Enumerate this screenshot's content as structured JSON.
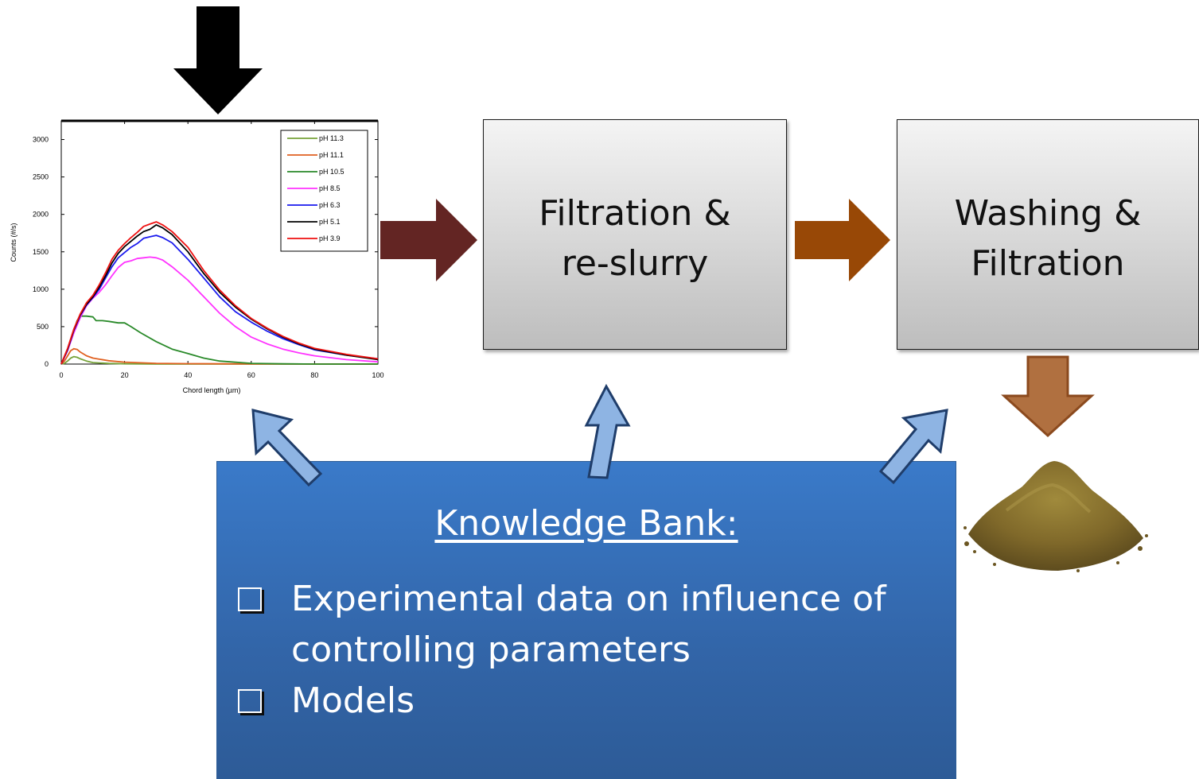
{
  "process_boxes": [
    {
      "line1": "Filtration &",
      "line2": "re-slurry"
    },
    {
      "line1": "Washing &",
      "line2": "Filtration"
    }
  ],
  "knowledge_bank": {
    "title": "Knowledge Bank:",
    "items": [
      {
        "line1": "Experimental data on influence of",
        "line2": "controlling parameters"
      },
      {
        "line1": "Models",
        "line2": ""
      }
    ]
  },
  "colors": {
    "input_arrow": "#000000",
    "arrow_to_filtration": "#632523",
    "arrow_to_washing": "#984806",
    "output_arrow": "#b07040",
    "feedback_arrows": "#8eb4e3",
    "knowledge_bank_fill": "#3a7ac9"
  },
  "icons": {
    "output_product": "brown-powder-pile-icon"
  },
  "chart_data": {
    "type": "line",
    "xlabel": "Chord length (µm)",
    "ylabel": "Counts (#/s)",
    "xlim": [
      0,
      100
    ],
    "ylim": [
      0,
      3250
    ],
    "xticks": [
      0,
      20,
      40,
      60,
      80,
      100
    ],
    "yticks": [
      0,
      500,
      1000,
      1500,
      2000,
      2500,
      3000
    ],
    "legend_position": "top-right",
    "series": [
      {
        "name": "pH 11.3",
        "color": "#77a33a",
        "x": [
          0,
          1,
          2,
          3,
          4,
          5,
          6,
          8,
          10,
          15,
          20,
          30,
          100
        ],
        "y": [
          0,
          10,
          40,
          80,
          100,
          90,
          70,
          40,
          20,
          8,
          3,
          0,
          0
        ]
      },
      {
        "name": "pH 11.1",
        "color": "#e06020",
        "x": [
          0,
          1,
          2,
          3,
          4,
          5,
          6,
          8,
          10,
          15,
          20,
          30,
          40,
          60,
          100
        ],
        "y": [
          0,
          40,
          110,
          180,
          205,
          195,
          160,
          110,
          80,
          45,
          25,
          10,
          5,
          2,
          0
        ]
      },
      {
        "name": "pH 10.5",
        "color": "#2a8a2a",
        "x": [
          0,
          2,
          4,
          5,
          6,
          8,
          10,
          11,
          13,
          15,
          18,
          20,
          22,
          25,
          30,
          35,
          40,
          45,
          50,
          60,
          70,
          80,
          100
        ],
        "y": [
          0,
          200,
          450,
          580,
          640,
          640,
          630,
          580,
          580,
          570,
          550,
          550,
          500,
          420,
          300,
          200,
          140,
          80,
          40,
          10,
          3,
          0,
          0
        ]
      },
      {
        "name": "pH 8.5",
        "color": "#ff33ff",
        "x": [
          0,
          2,
          4,
          6,
          8,
          10,
          12,
          14,
          16,
          18,
          20,
          22,
          24,
          26,
          28,
          30,
          32,
          35,
          40,
          45,
          50,
          55,
          60,
          65,
          70,
          75,
          80,
          90,
          100
        ],
        "y": [
          0,
          180,
          420,
          620,
          780,
          880,
          960,
          1060,
          1180,
          1290,
          1360,
          1380,
          1410,
          1420,
          1430,
          1420,
          1390,
          1300,
          1120,
          900,
          680,
          500,
          360,
          270,
          200,
          150,
          110,
          60,
          30
        ]
      },
      {
        "name": "pH 6.3",
        "color": "#1a1aee",
        "x": [
          0,
          2,
          4,
          6,
          8,
          10,
          12,
          14,
          16,
          18,
          20,
          22,
          24,
          26,
          28,
          30,
          32,
          35,
          40,
          45,
          50,
          55,
          60,
          65,
          70,
          75,
          80,
          90,
          100
        ],
        "y": [
          0,
          190,
          450,
          650,
          790,
          890,
          1000,
          1150,
          1300,
          1420,
          1490,
          1560,
          1610,
          1680,
          1700,
          1720,
          1690,
          1620,
          1400,
          1150,
          900,
          700,
          560,
          440,
          340,
          260,
          190,
          120,
          70
        ]
      },
      {
        "name": "pH 5.1",
        "color": "#000000",
        "x": [
          0,
          2,
          4,
          6,
          8,
          10,
          12,
          14,
          16,
          18,
          20,
          22,
          24,
          26,
          28,
          30,
          32,
          35,
          40,
          45,
          50,
          55,
          60,
          65,
          70,
          75,
          80,
          90,
          100
        ],
        "y": [
          0,
          200,
          460,
          660,
          800,
          900,
          1030,
          1180,
          1350,
          1480,
          1570,
          1640,
          1710,
          1770,
          1800,
          1860,
          1820,
          1730,
          1500,
          1210,
          960,
          760,
          600,
          470,
          360,
          270,
          200,
          120,
          60
        ]
      },
      {
        "name": "pH 3.9",
        "color": "#ee1111",
        "x": [
          0,
          2,
          4,
          6,
          8,
          10,
          12,
          14,
          16,
          18,
          20,
          22,
          24,
          26,
          28,
          30,
          32,
          35,
          40,
          45,
          50,
          55,
          60,
          65,
          70,
          75,
          80,
          90,
          100
        ],
        "y": [
          0,
          210,
          470,
          670,
          820,
          920,
          1060,
          1220,
          1400,
          1520,
          1610,
          1690,
          1760,
          1840,
          1870,
          1900,
          1860,
          1770,
          1560,
          1250,
          990,
          780,
          610,
          480,
          370,
          280,
          210,
          130,
          70
        ]
      }
    ]
  }
}
